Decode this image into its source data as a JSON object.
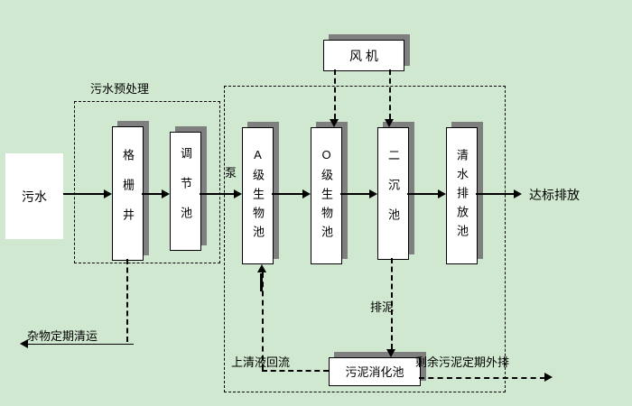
{
  "colors": {
    "background": "#cfe8cf",
    "box_fill": "#ffffff",
    "box_border": "#000000",
    "shadow": "#7f7f7f"
  },
  "boxes": {
    "influent": "污水",
    "grid_well": "格栅井",
    "regulating": "调节池",
    "fan": "风 机",
    "a_bio": "A级生物池",
    "o_bio": "O级生物池",
    "secondary": "二沉池",
    "clear_water": "清水排放池",
    "digester": "污泥消化池"
  },
  "labels": {
    "pretreatment": "污水预处理",
    "pump": "泵",
    "effluent": "达标排放",
    "debris_removal": "杂物定期清运",
    "supernatant_return": "上清液回流",
    "sludge_discharge": "排泥",
    "excess_sludge": "剩余污泥定期外排"
  }
}
